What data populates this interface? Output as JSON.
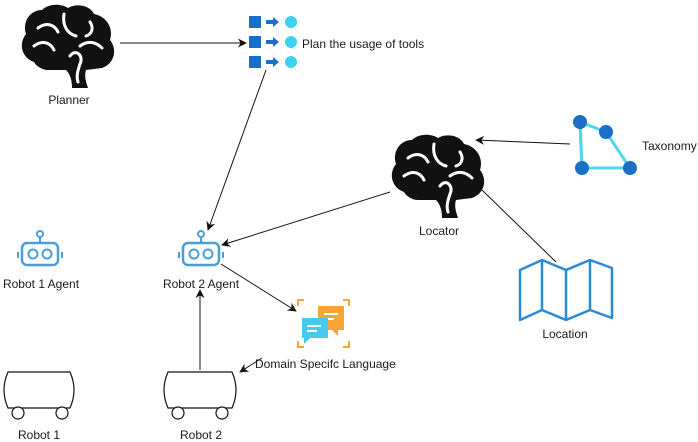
{
  "nodes": {
    "planner": {
      "label": "Planner"
    },
    "plan_tools": {
      "label": "Plan the usage of tools"
    },
    "taxonomy": {
      "label": "Taxonomy"
    },
    "locator": {
      "label": "Locator"
    },
    "robot1_agent": {
      "label": "Robot 1 Agent"
    },
    "robot2_agent": {
      "label": "Robot 2 Agent"
    },
    "location": {
      "label": "Location"
    },
    "dsl": {
      "label": "Domain Specifc Language"
    },
    "robot1": {
      "label": "Robot 1"
    },
    "robot2": {
      "label": "Robot 2"
    }
  },
  "icons": {
    "brain": "brain-icon",
    "plan": "workflow-icon",
    "taxonomy": "graph-triangle-icon",
    "agent": "robot-head-icon",
    "map": "map-icon",
    "chat": "chat-bubbles-icon",
    "robot": "robot-cart-icon"
  },
  "colors": {
    "icon_dark": "#111111",
    "blue_dark": "#1b6fc7",
    "blue_light": "#3fd0f0",
    "agent_blue": "#4a9fd8",
    "map_blue": "#2b8ad8",
    "chat_orange": "#f7a534",
    "chat_cyan": "#47c9ef",
    "edge": "#111111"
  },
  "edges": [
    {
      "from": "planner",
      "to": "plan_tools",
      "arrow": true
    },
    {
      "from": "plan_tools",
      "to": "robot2_agent",
      "arrow": true
    },
    {
      "from": "taxonomy",
      "to": "locator",
      "arrow": true
    },
    {
      "from": "locator",
      "to": "robot2_agent",
      "arrow": true
    },
    {
      "from": "locator",
      "to": "location",
      "arrow": false
    },
    {
      "from": "robot2_agent",
      "to": "dsl",
      "arrow": true
    },
    {
      "from": "dsl",
      "to": "robot2",
      "arrow": true
    },
    {
      "from": "robot2",
      "to": "robot2_agent",
      "arrow": true
    }
  ]
}
